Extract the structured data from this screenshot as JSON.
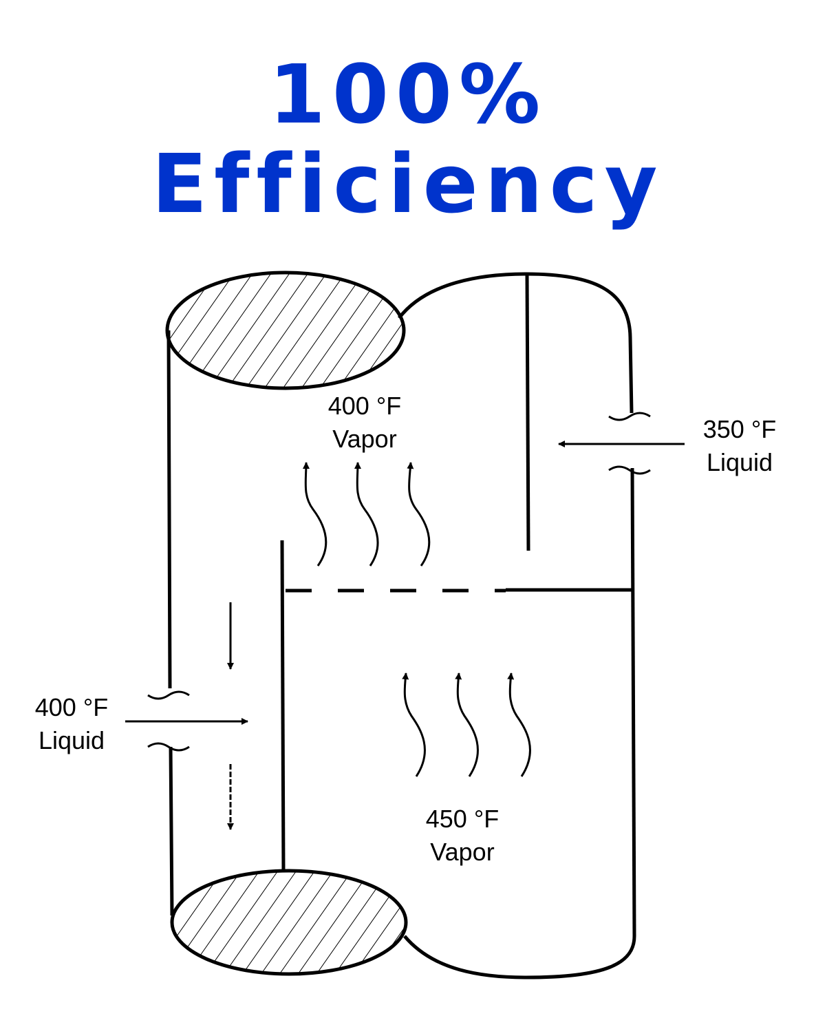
{
  "title": "100% Efficiency",
  "diagram": {
    "labels": {
      "upper_vapor_temp": "400 °F",
      "upper_vapor": "Vapor",
      "inlet_right_temp": "350 °F",
      "inlet_right": "Liquid",
      "inlet_left_temp": "400 °F",
      "inlet_left": "Liquid",
      "lower_vapor_temp": "450 °F",
      "lower_vapor": "Vapor"
    }
  }
}
